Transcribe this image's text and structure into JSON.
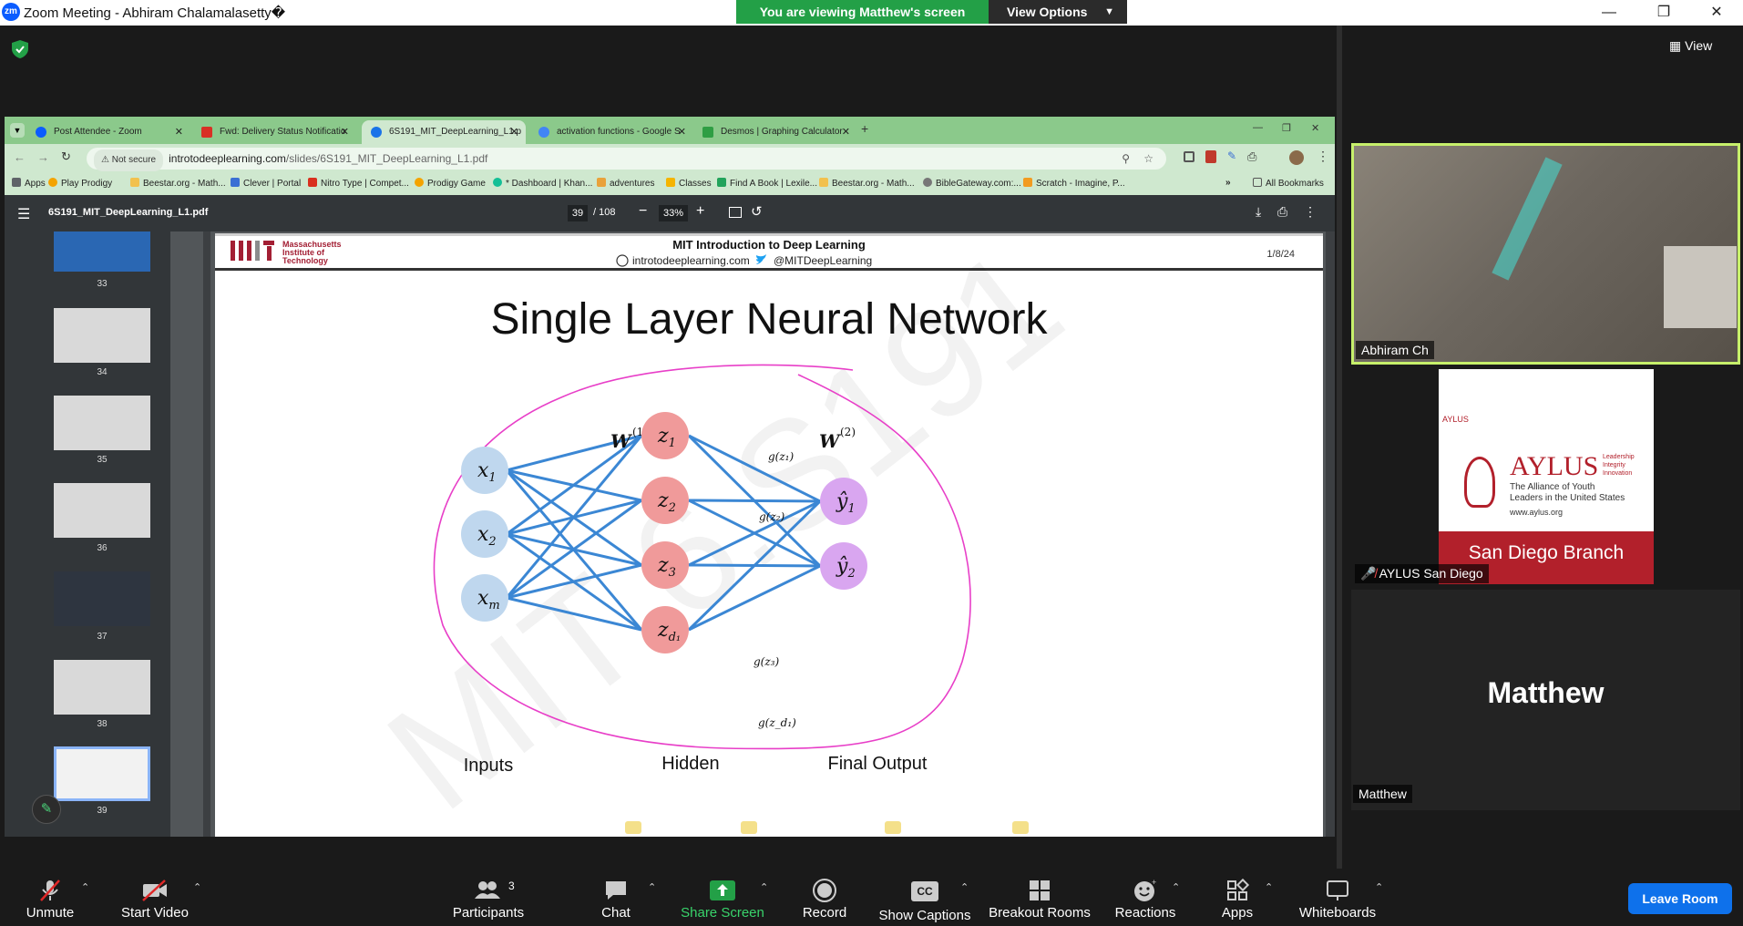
{
  "window": {
    "title": "Zoom Meeting - Abhiram Chalamalasetty�",
    "viewing_banner": "You are viewing Matthew's screen",
    "view_options": "View Options",
    "logo_text": "zm"
  },
  "browser": {
    "tabs": [
      {
        "label": "Post Attendee - Zoom",
        "color": "#0b5cff"
      },
      {
        "label": "Fwd: Delivery Status Notificatio",
        "color": "#d93025"
      },
      {
        "label": "6S191_MIT_DeepLearning_L1.p",
        "color": "#1a73e8"
      },
      {
        "label": "activation functions - Google S",
        "color": "#4285f4"
      },
      {
        "label": "Desmos | Graphing Calculator",
        "color": "#2f9e44"
      }
    ],
    "not_secure": "Not secure",
    "url_host": "introtodeeplearning.com",
    "url_path": "/slides/6S191_MIT_DeepLearning_L1.pdf",
    "bookmarks": [
      "Apps",
      "Play Prodigy",
      "Beestar.org - Math...",
      "Clever | Portal",
      "Nitro Type | Compet...",
      "Prodigy Game",
      "* Dashboard | Khan...",
      "adventures",
      "Classes",
      "Find A Book | Lexile...",
      "Beestar.org - Math...",
      "BibleGateway.com:...",
      "Scratch - Imagine, P..."
    ],
    "all_bookmarks": "All Bookmarks"
  },
  "pdf": {
    "filename": "6S191_MIT_DeepLearning_L1.pdf",
    "page_current": "39",
    "page_total": "/ 108",
    "zoom": "33%",
    "thumb_numbers": [
      "33",
      "34",
      "35",
      "36",
      "37",
      "38",
      "39"
    ],
    "slide": {
      "header_title": "MIT Introduction to Deep Learning",
      "header_site": "introtodeeplearning.com",
      "header_twitter": "@MITDeepLearning",
      "date": "1/8/24",
      "mit_lines": [
        "Massachusetts",
        "Institute of",
        "Technology"
      ],
      "title": "Single Layer Neural Network",
      "watermark": "MIT 6.S191",
      "w1": "W",
      "w1_sup": "(1)",
      "w2": "W",
      "w2_sup": "(2)",
      "inputs": [
        "x",
        "x",
        "x"
      ],
      "input_subs": [
        "1",
        "2",
        "m"
      ],
      "hidden": [
        "z",
        "z",
        "z",
        "z"
      ],
      "hidden_subs": [
        "1",
        "2",
        "3",
        "d₁"
      ],
      "activations": [
        "g(z₁)",
        "g(z₂)",
        "g(z₃)",
        "g(z_d₁)"
      ],
      "outputs": [
        "ŷ",
        "ŷ"
      ],
      "output_subs": [
        "1",
        "2"
      ],
      "col_inputs": "Inputs",
      "col_hidden": "Hidden",
      "col_output": "Final Output"
    }
  },
  "gallery": {
    "view_label": "View",
    "participants": [
      {
        "name": "Abhiram Ch"
      },
      {
        "name": "AYLUS San Diego",
        "logo_small": "AYLUS",
        "logo_big": "AYLUS",
        "tagline": "The Alliance of Youth Leaders in the United States",
        "site": "www.aylus.org",
        "side_words": [
          "Leadership",
          "Integrity",
          "Innovation"
        ],
        "branch": "San Diego Branch"
      },
      {
        "name": "Matthew",
        "big_name": "Matthew"
      }
    ]
  },
  "toolbar": {
    "unmute": "Unmute",
    "start_video": "Start Video",
    "participants": "Participants",
    "participants_count": "3",
    "chat": "Chat",
    "share_screen": "Share Screen",
    "record": "Record",
    "captions": "Show Captions",
    "captions_badge": "CC",
    "breakout": "Breakout Rooms",
    "reactions": "Reactions",
    "apps": "Apps",
    "whiteboards": "Whiteboards",
    "leave": "Leave Room"
  },
  "colors": {
    "share_green": "#23a047",
    "leave_blue": "#0e71eb",
    "active_speaker": "#c7f06b",
    "input_node": "#bfd7ee",
    "hidden_node": "#f09a9a",
    "output_node": "#d9a6f0",
    "edge": "#3b87d4",
    "annotation": "#e83fc8"
  }
}
